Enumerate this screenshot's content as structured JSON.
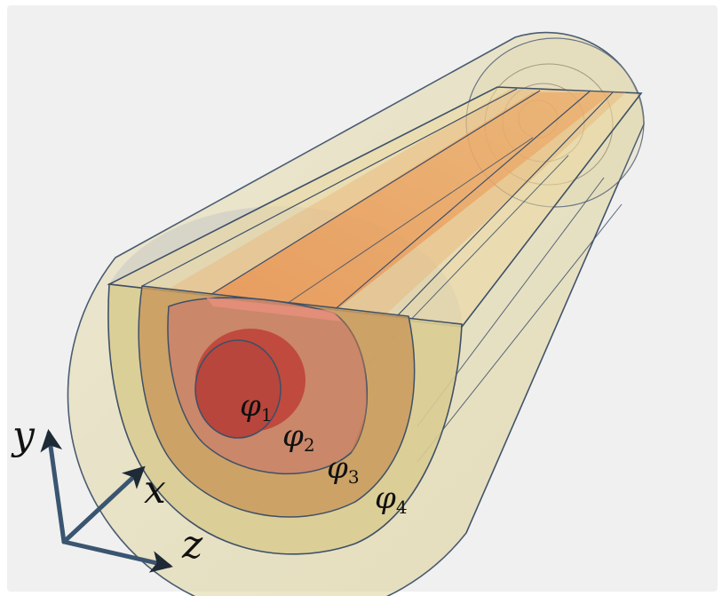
{
  "figure": {
    "regions": [
      {
        "symbol": "φ",
        "index": "1",
        "color": "#b8463c"
      },
      {
        "symbol": "φ",
        "index": "2",
        "color": "#c9826b"
      },
      {
        "symbol": "φ",
        "index": "3",
        "color": "#c99a5e"
      },
      {
        "symbol": "φ",
        "index": "4",
        "color": "#d9cc92"
      }
    ],
    "axes": {
      "y_label": "y",
      "x_label": "x",
      "z_label": "z",
      "axis_color": "#3a5570"
    },
    "colors": {
      "background": "#f0f0f0",
      "outline": "#3e5068",
      "cut_plane": "#f0a64a"
    }
  }
}
